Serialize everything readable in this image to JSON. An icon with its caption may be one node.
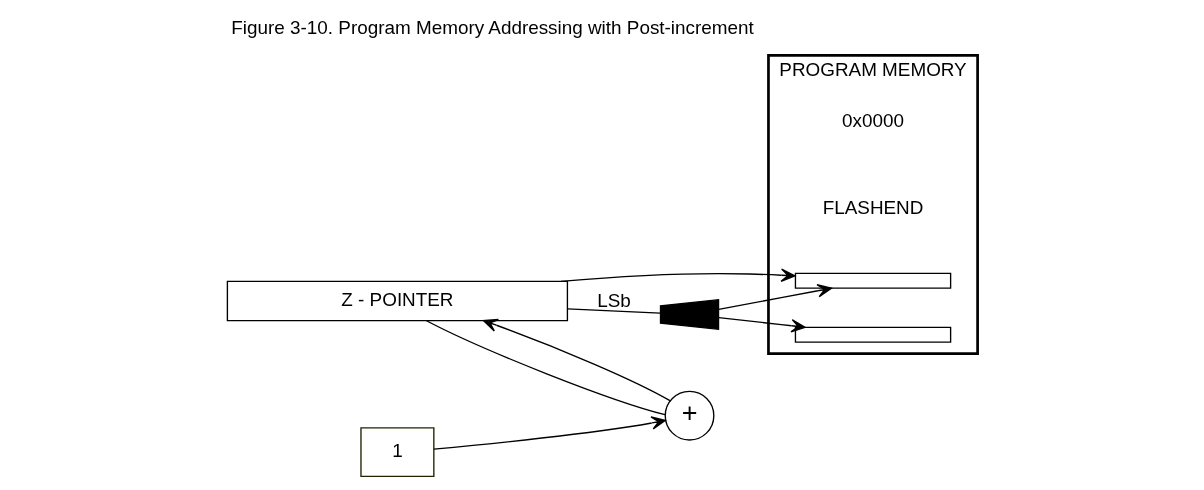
{
  "diagram": {
    "title": "Figure 3-10. Program Memory Addressing with Post-increment",
    "nodes": [
      {
        "text": [
          "Z - POINTER"
        ]
      },
      {
        "text": [],
        "shape": "trapezoid"
      },
      {
        "text": [
          "1"
        ]
      },
      {
        "text": [
          "+"
        ]
      },
      {
        "text": [
          "PROGRAM MEMORY"
        ],
        "beside": [
          "0x0000",
          "FLASHEND"
        ]
      },
      {
        "text": [],
        "shape": "box",
        "in": 4
      },
      {
        "text": [],
        "shape": "box",
        "in": 4
      }
    ],
    "edges": [
      {
        "from": 0,
        "to": 5,
        "arrow": "to"
      },
      {
        "from": 0,
        "to": 1,
        "label": "LSb",
        "arrow": "none"
      },
      {
        "from": 0,
        "to": 3,
        "arrow": "none"
      },
      {
        "from": 2,
        "to": 3,
        "arrow": "to"
      },
      {
        "from": 3,
        "to": 0,
        "arrow": "to"
      },
      {
        "from": 1,
        "to": 5,
        "arrow": "to"
      },
      {
        "from": 1,
        "to": 6,
        "arrow": "to"
      }
    ]
  }
}
